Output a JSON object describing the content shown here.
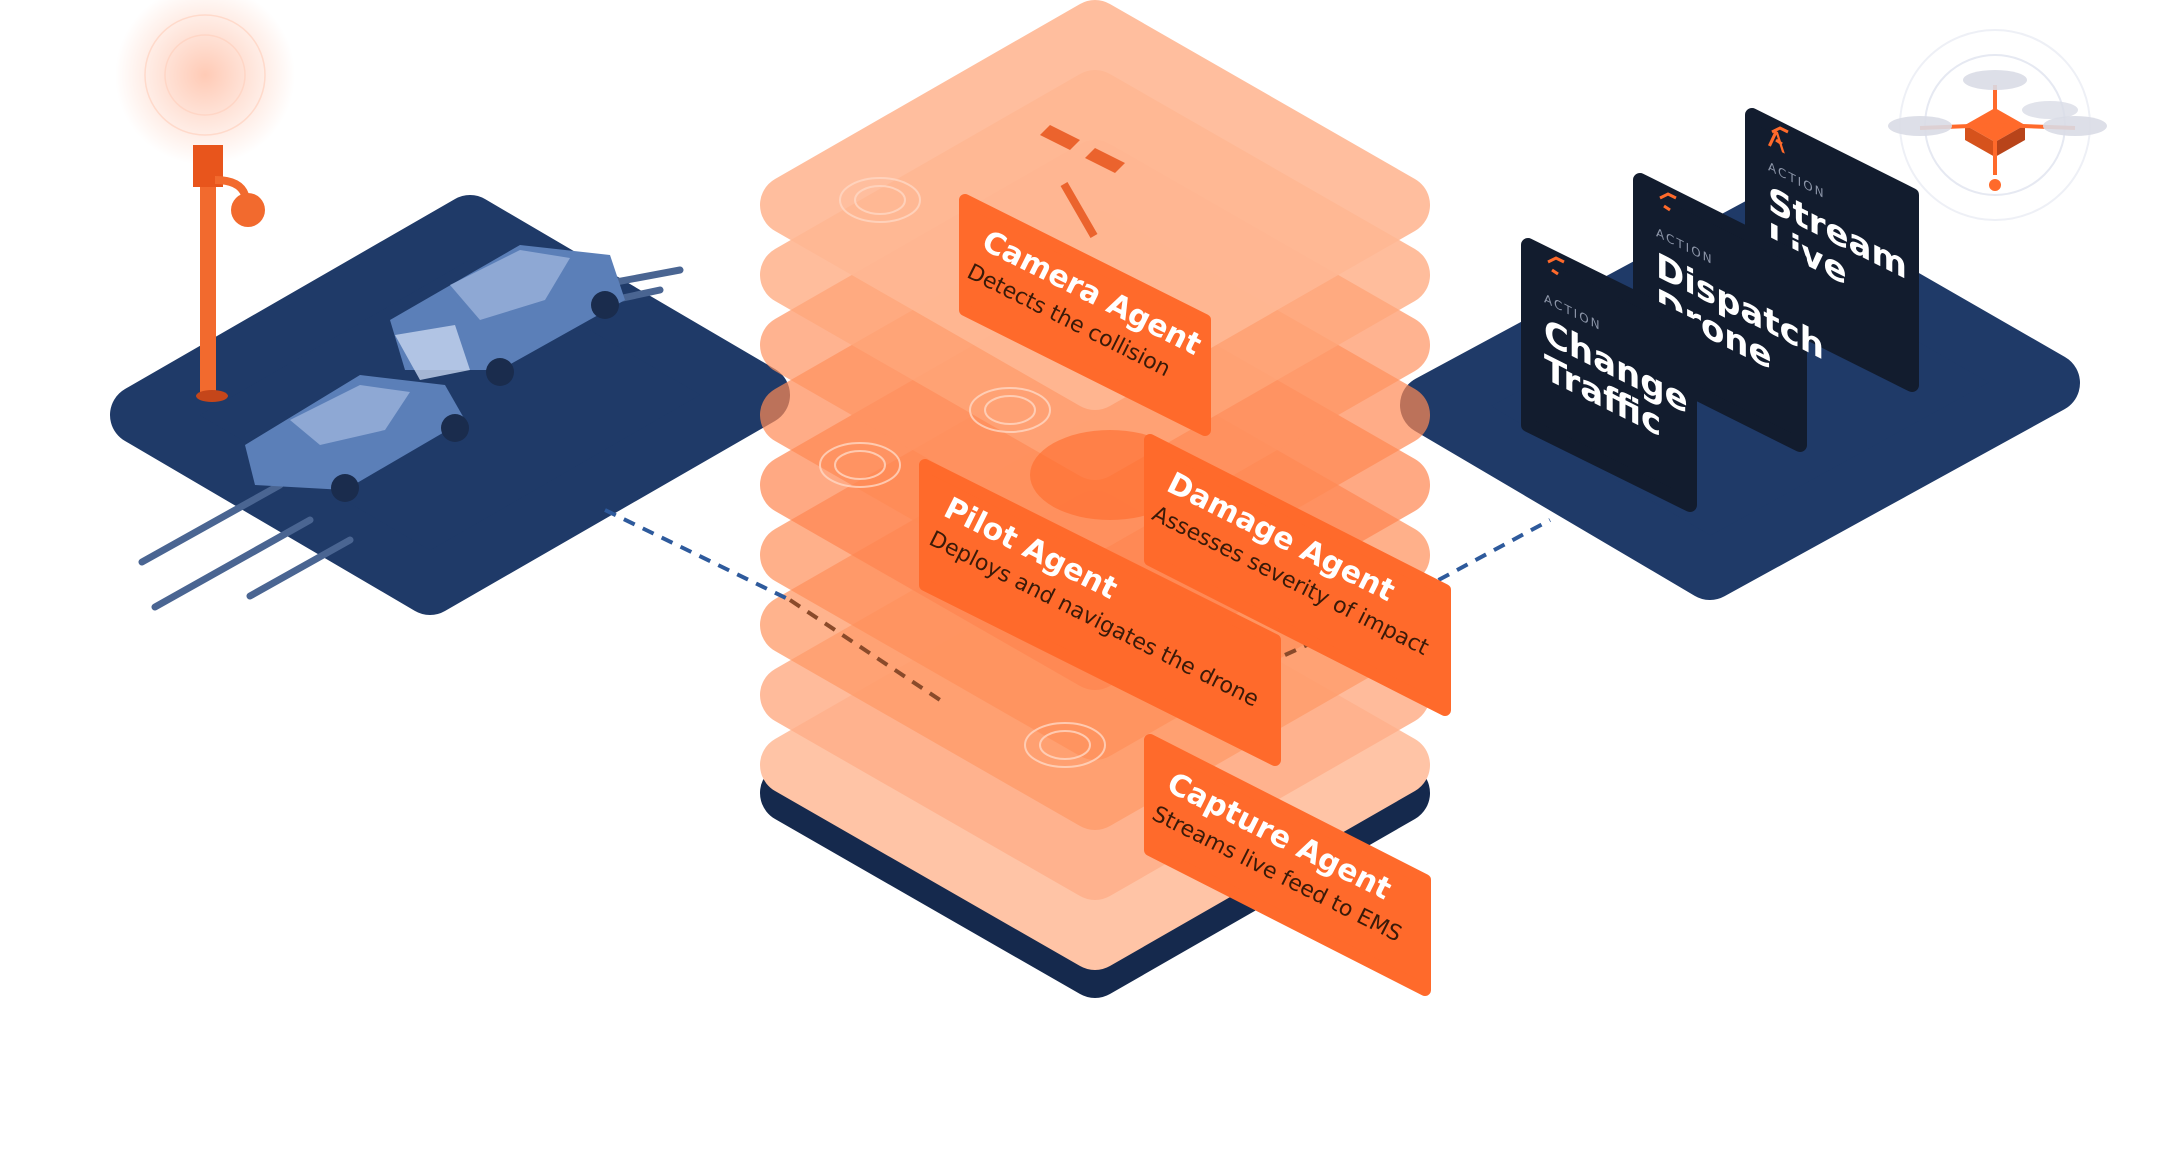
{
  "agents": [
    {
      "title": "Camera Agent",
      "desc": "Detects the collision"
    },
    {
      "title": "Damage Agent",
      "desc": "Assesses severity of impact"
    },
    {
      "title": "Pilot Agent",
      "desc": "Deploys and navigates the drone"
    },
    {
      "title": "Capture Agent",
      "desc": "Streams live feed to EMS"
    }
  ],
  "actions": [
    {
      "tag": "ACTION",
      "line1": "Change",
      "line2": "Traffic"
    },
    {
      "tag": "ACTION",
      "line1": "Dispatch",
      "line2": "Drone"
    },
    {
      "tag": "ACTION",
      "line1": "Stream",
      "line2": "Live"
    }
  ],
  "colors": {
    "navy": "#1f3a68",
    "navy_dark": "#15294d",
    "orange": "#ff6a2b",
    "orange_light": "#ffb08a",
    "card_dark": "#121c2e",
    "car": "#5b7fb8"
  }
}
